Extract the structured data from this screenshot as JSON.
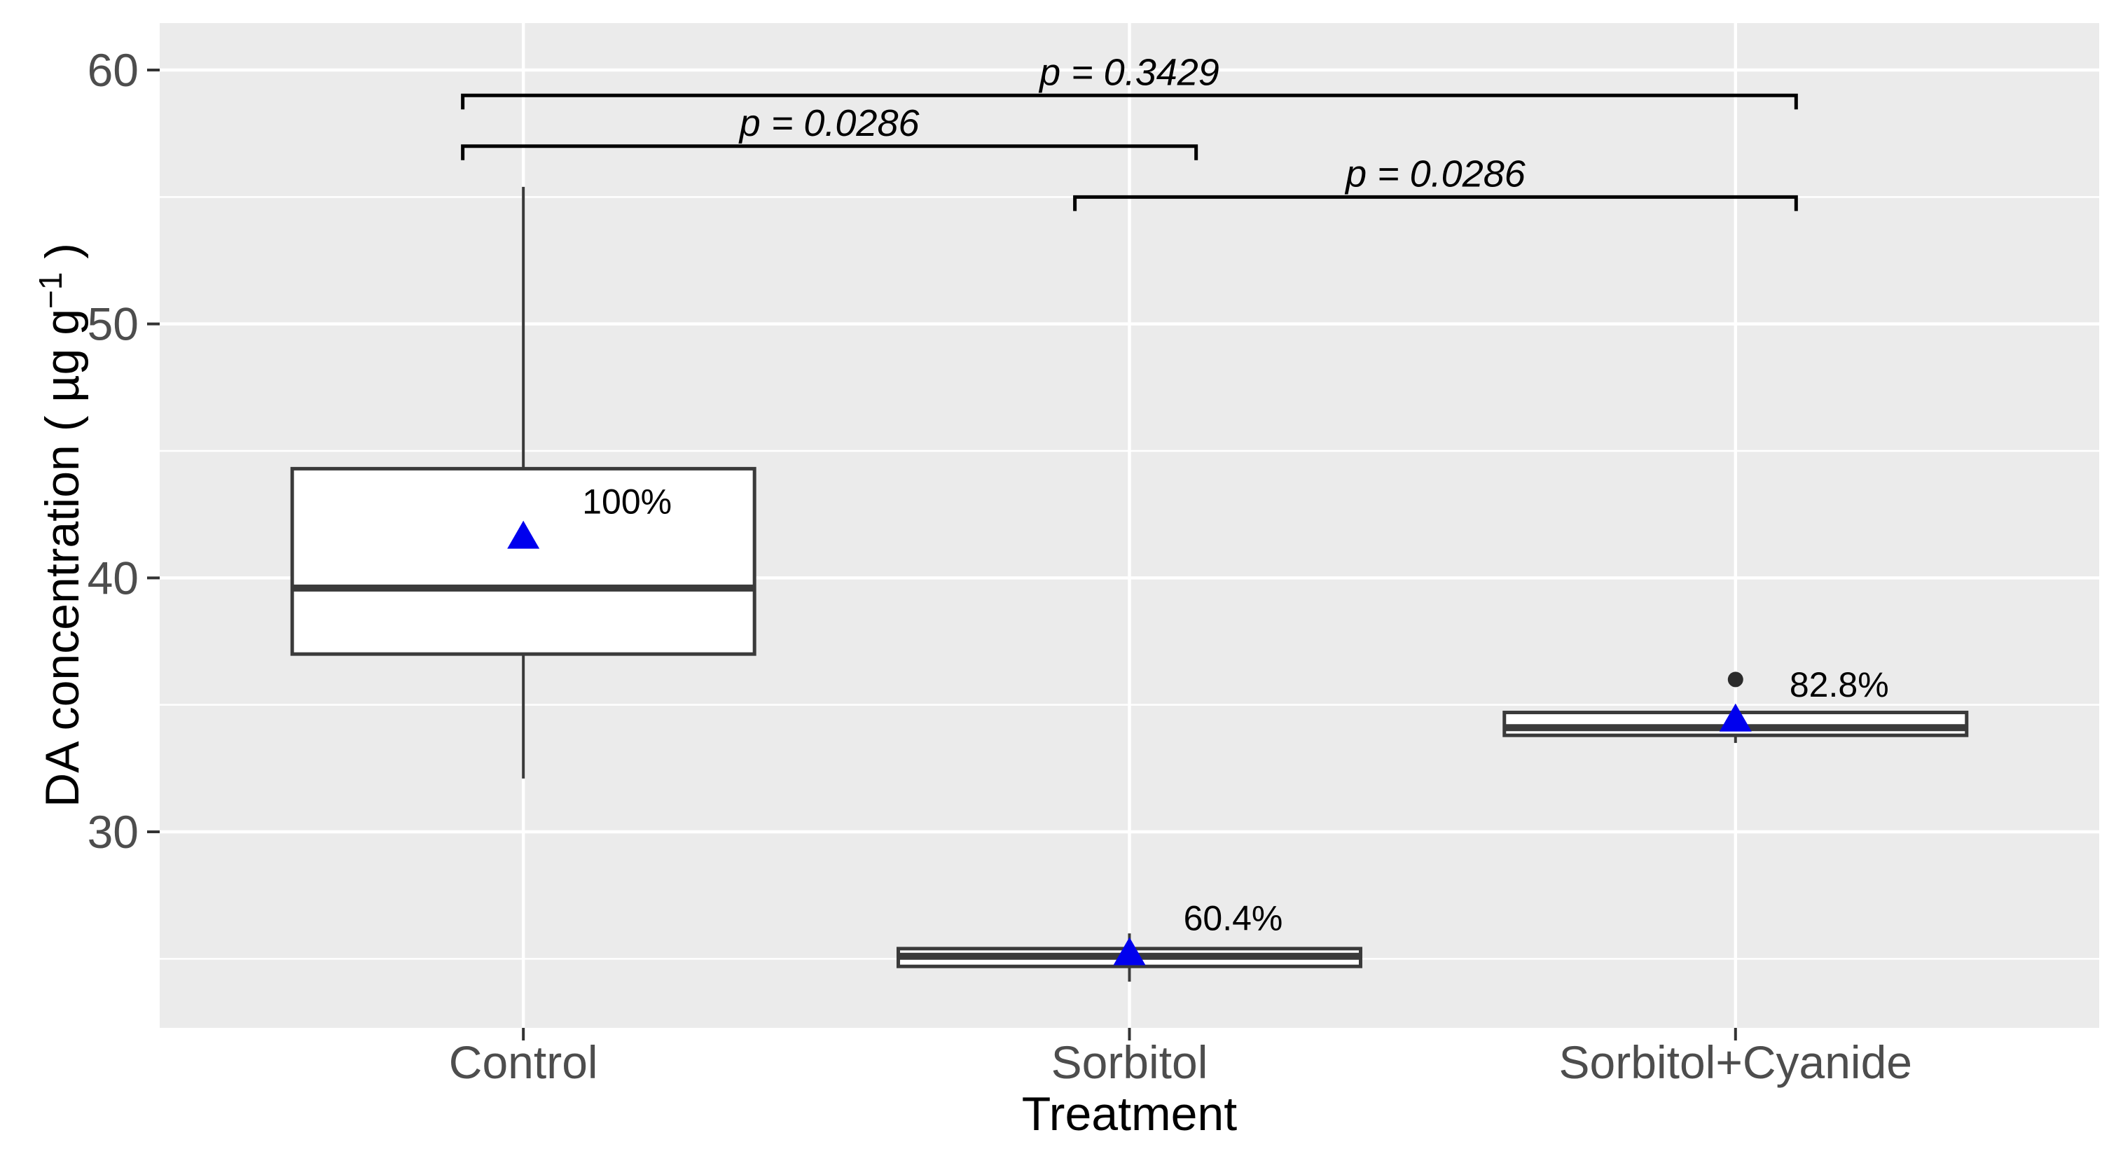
{
  "figure": {
    "background": "#FFFFFF",
    "panel_background": "#EBEBEB",
    "gridline_color": "#FFFFFF",
    "box_fill": "#FFFFFF",
    "box_outline_color": "#3A3A3A",
    "mean_marker_color": "#0000EE",
    "mean_marker_shape": "triangle-up",
    "outlier_color": "#2B2B2B",
    "tick_label_color": "#4D4D4D",
    "axis_title_color": "#000000",
    "annotation_color": "#000000",
    "bracket_color": "#000000"
  },
  "chart_data": {
    "type": "boxplot",
    "title": "",
    "xlabel": "Treatment",
    "ylabel": "DA concentration ( µg g⁻¹ )",
    "ylabel_parts": {
      "main": "DA concentration ( µg g",
      "superscript": "−1",
      "suffix": " )"
    },
    "ylim": [
      22.3,
      61.9
    ],
    "yticks": [
      30,
      40,
      50,
      60
    ],
    "yticks_minor": [
      25,
      35,
      45,
      55
    ],
    "grid": {
      "major_horizontal": true,
      "minor_horizontal": true,
      "vertical_at_categories": true
    },
    "legend": null,
    "categories": [
      "Control",
      "Sorbitol",
      "Sorbitol+Cyanide"
    ],
    "series": [
      {
        "name": "Control",
        "whisker_low": 32.1,
        "q1": 37.0,
        "median": 39.6,
        "q3": 44.3,
        "whisker_high": 55.4,
        "mean": 41.7,
        "outliers": [],
        "percent_label": "100%"
      },
      {
        "name": "Sorbitol",
        "whisker_low": 24.1,
        "q1": 24.7,
        "median": 25.1,
        "q3": 25.4,
        "whisker_high": 26.0,
        "mean": 25.3,
        "outliers": [],
        "percent_label": "60.4%"
      },
      {
        "name": "Sorbitol+Cyanide",
        "whisker_low": 33.5,
        "q1": 33.8,
        "median": 34.1,
        "q3": 34.7,
        "whisker_high": 34.7,
        "mean": 34.5,
        "outliers": [
          36.0
        ],
        "percent_label": "82.8%"
      }
    ],
    "comparisons": [
      {
        "group1": "Control",
        "group2": "Sorbitol+Cyanide",
        "label": "p = 0.3429",
        "bar_y": 59.0,
        "x1": 0.9,
        "x2": 3.1
      },
      {
        "group1": "Control",
        "group2": "Sorbitol",
        "label": "p = 0.0286",
        "bar_y": 57.0,
        "x1": 0.9,
        "x2": 2.11
      },
      {
        "group1": "Sorbitol",
        "group2": "Sorbitol+Cyanide",
        "label": "p = 0.0286",
        "bar_y": 55.0,
        "x1": 1.91,
        "x2": 3.1
      }
    ]
  }
}
